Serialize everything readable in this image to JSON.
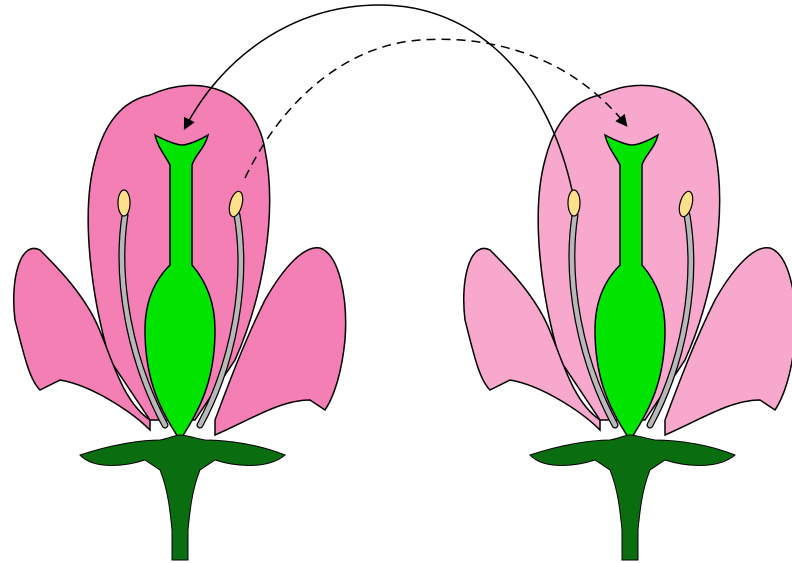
{
  "colors": {
    "background": "#ffffff",
    "petal_left": "#f47fb4",
    "petal_right": "#f8a8cc",
    "pistil": "#00e400",
    "sepal_stem": "#0a6e10",
    "filament": "#b8b8b8",
    "anther": "#ffe08a",
    "outline": "#000000"
  },
  "flowers": [
    {
      "id": "left",
      "petal_color_key": "petal_left"
    },
    {
      "id": "right",
      "petal_color_key": "petal_right"
    }
  ],
  "arrows": [
    {
      "from": "right-flower-anther",
      "to": "left-flower-stigma",
      "style": "solid"
    },
    {
      "from": "left-flower-anther",
      "to": "right-flower-stigma",
      "style": "dashed"
    }
  ]
}
